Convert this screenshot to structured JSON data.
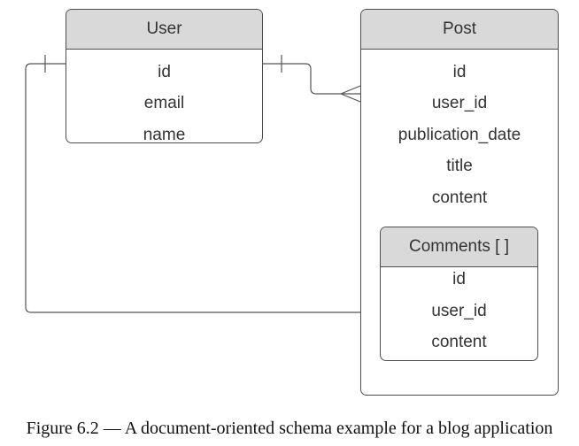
{
  "entities": {
    "user": {
      "title": "User",
      "fields": [
        "id",
        "email",
        "name"
      ]
    },
    "post": {
      "title": "Post",
      "fields": [
        "id",
        "user_id",
        "publication_date",
        "title",
        "content"
      ]
    },
    "comments": {
      "title": "Comments [ ]",
      "fields": [
        "id",
        "user_id",
        "content"
      ]
    }
  },
  "caption": "Figure 6.2 — A document-oriented schema example for a blog application"
}
